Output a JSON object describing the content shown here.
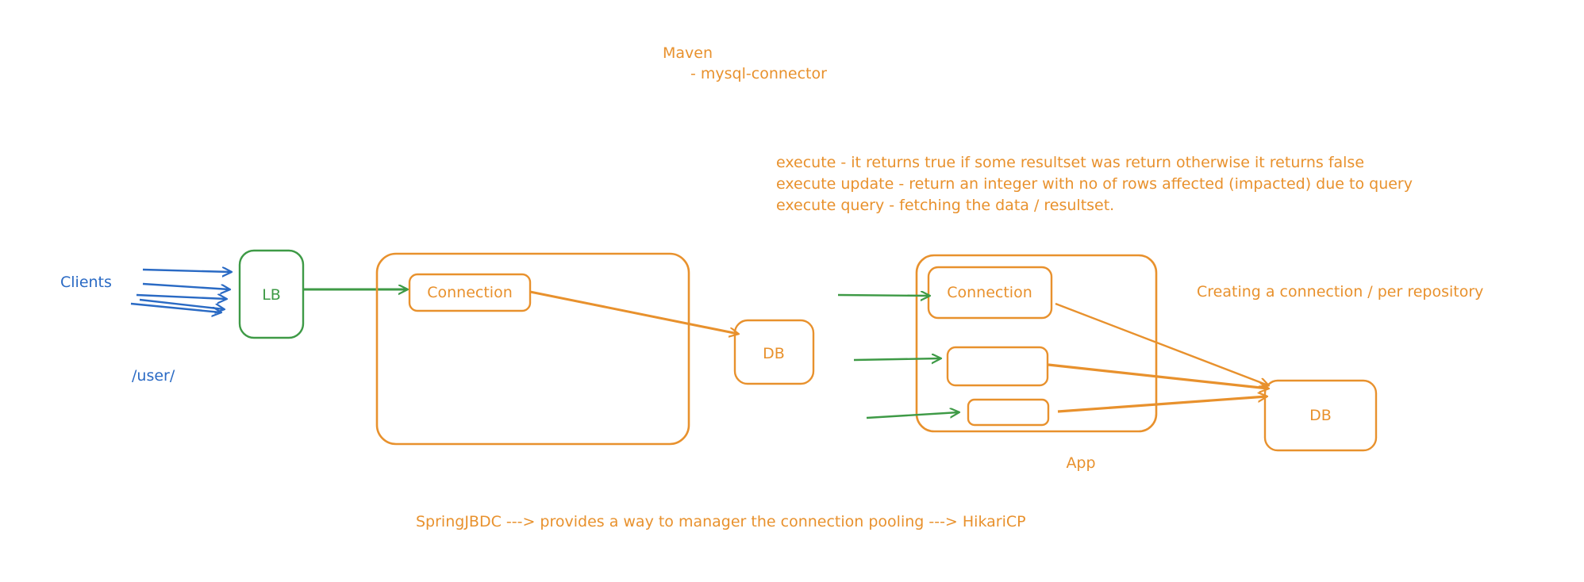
{
  "colors": {
    "orange": "#e8912d",
    "blue": "#2a6ac4",
    "green": "#3e9a46",
    "background": "#ffffff"
  },
  "notes": {
    "maven_title": "Maven",
    "maven_item": "- mysql-connector",
    "execute_lines": [
      "execute - it returns true if some resultset was return otherwise it returns false",
      "execute update - return an integer with no of rows affected (impacted) due to query",
      "execute query - fetching the data / resultset."
    ],
    "creating_connection": "Creating a connection / per repository",
    "spring_jdbc": "SpringJBDC ---> provides a way to manager the connection pooling ---> HikariCP"
  },
  "left_diagram": {
    "clients_label": "Clients",
    "user_path": "/user/",
    "lb_label": "LB",
    "connection_label": "Connection",
    "db_label": "DB"
  },
  "right_diagram": {
    "connection_label": "Connection",
    "db_label": "DB",
    "app_label": "App"
  }
}
